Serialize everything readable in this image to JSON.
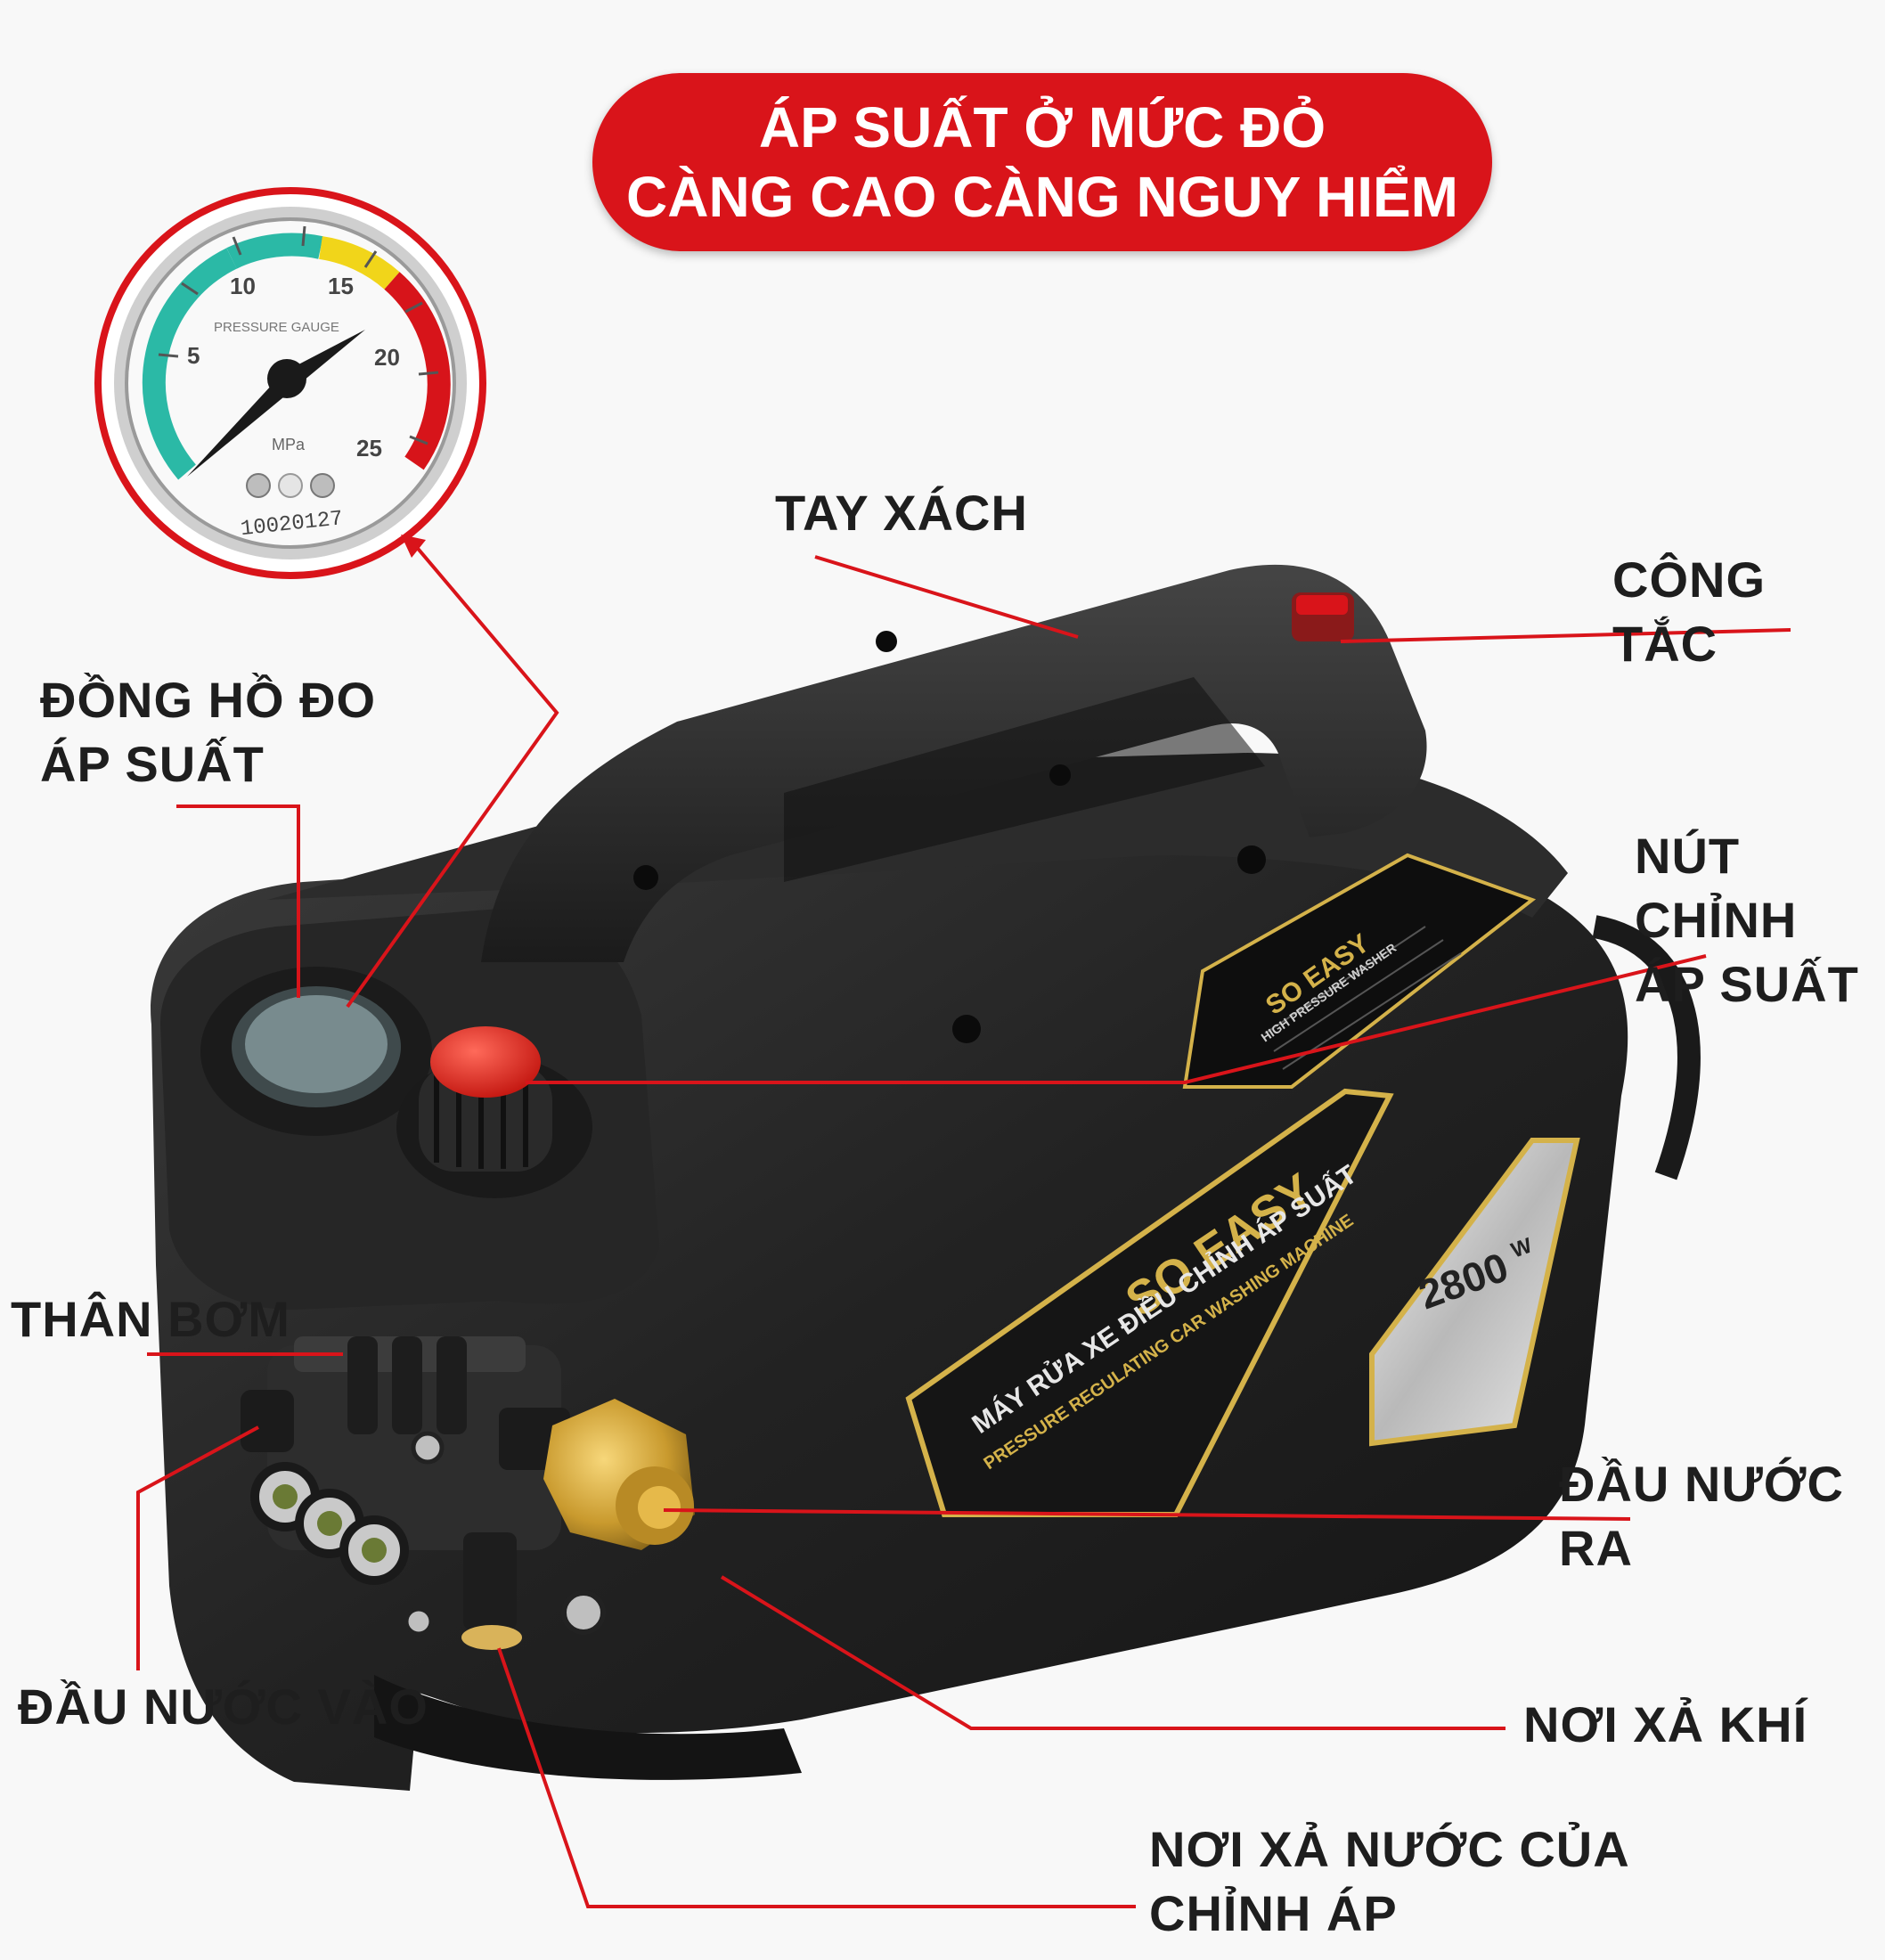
{
  "banner": {
    "line1": "ÁP SUẤT Ở MỨC ĐỎ",
    "line2": "CÀNG CAO CÀNG NGUY HIỂM"
  },
  "labels": {
    "handle": "TAY XÁCH",
    "switch": "CÔNG TẮC",
    "gauge": "ĐỒNG HỒ ĐO\nÁP SUẤT",
    "pressure_knob": "NÚT CHỈNH\nÁP SUẤT",
    "pump_body": "THÂN BƠM",
    "water_outlet": "ĐẦU NƯỚC RA",
    "water_inlet": "ĐẦU NƯỚC VÀO",
    "air_release": "NƠI XẢ KHÍ",
    "drain": "NƠI XẢ NƯỚC CỦA\nCHỈNH ÁP"
  },
  "gauge": {
    "ticks": [
      "5",
      "10",
      "15",
      "20",
      "25"
    ],
    "face_label": "PRESSURE GAUGE",
    "unit": "MPa",
    "serial": "10020127"
  },
  "machine": {
    "brand": "SO EASY",
    "product_name": "MÁY RỬA XE ĐIỀU CHỈNH ÁP SUẤT",
    "product_subtitle": "PRESSURE REGULATING CAR WASHING MACHINE",
    "power": "2800",
    "power_unit": "W",
    "label_plate_title": "HIGH PRESSURE WASHER"
  },
  "colors": {
    "accent_red": "#d9141a",
    "body_black": "#1f1f1f",
    "gold": "#d4b24a",
    "brass": "#c99a2e",
    "gauge_green": "#2bb9a6",
    "gauge_yellow": "#f1d51a",
    "gauge_red": "#d7141a"
  }
}
